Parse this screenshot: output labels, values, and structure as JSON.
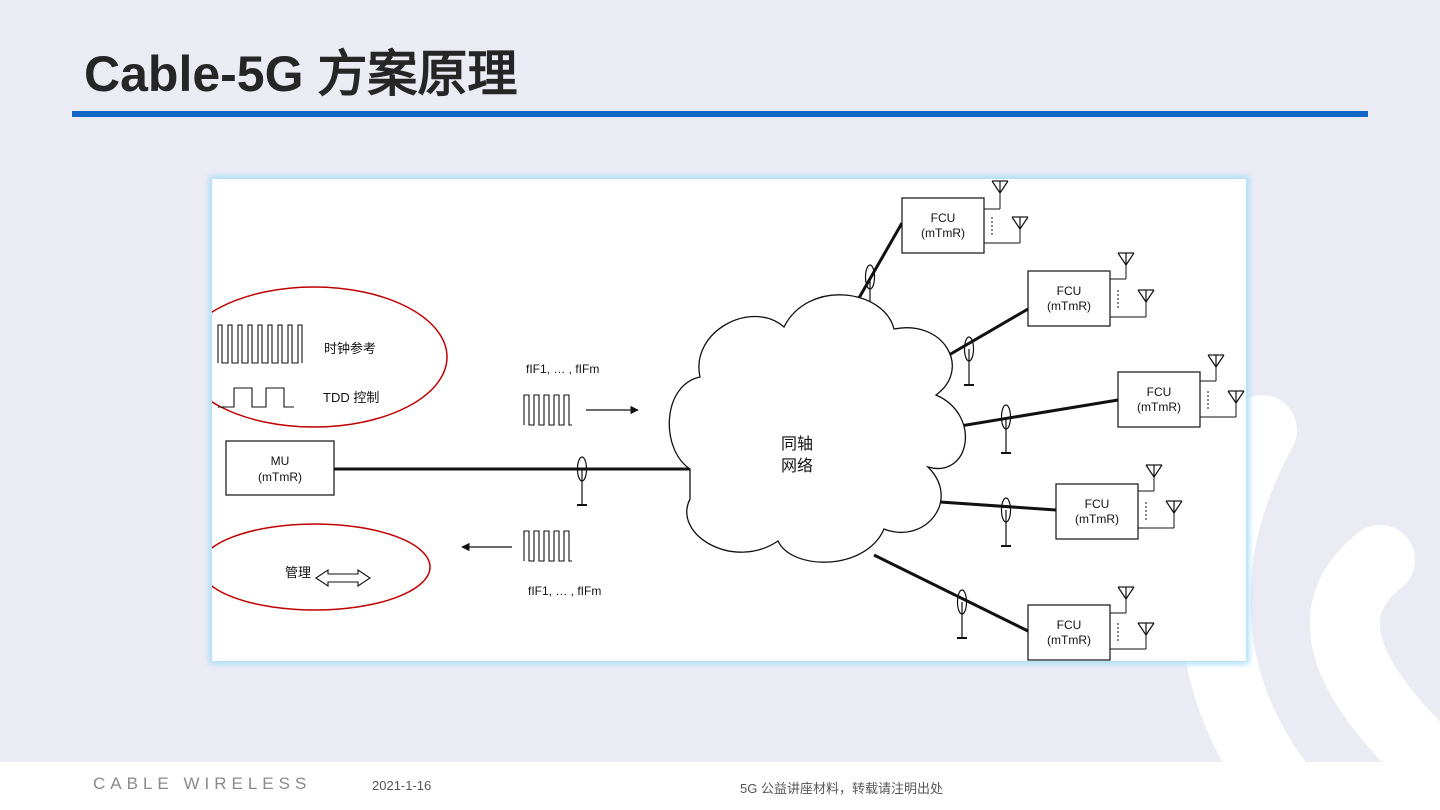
{
  "slide": {
    "title": "Cable-5G 方案原理"
  },
  "diagram": {
    "mu": {
      "line1": "MU",
      "line2": "(mTmR)"
    },
    "fcu": [
      {
        "line1": "FCU",
        "line2": "(mTmR)"
      },
      {
        "line1": "FCU",
        "line2": "(mTmR)"
      },
      {
        "line1": "FCU",
        "line2": "(mTmR)"
      },
      {
        "line1": "FCU",
        "line2": "(mTmR)"
      },
      {
        "line1": "FCU",
        "line2": "(mTmR)"
      }
    ],
    "cloud": {
      "line1": "同轴",
      "line2": "网络"
    },
    "clock_label": "时钟参考",
    "tdd_label": "TDD 控制",
    "mgmt_label": "管理",
    "freq_top": "fIF1, … , fIFm",
    "freq_bottom": "fIF1, … , fIFm",
    "ellipse_color": "#c00000"
  },
  "footer": {
    "brand": "CABLE WIRELESS",
    "date": "2021-1-16",
    "note": "5G 公益讲座材料，转载请注明出处"
  },
  "colors": {
    "accent": "#1266c4",
    "panel_glow": "#a8def7"
  }
}
